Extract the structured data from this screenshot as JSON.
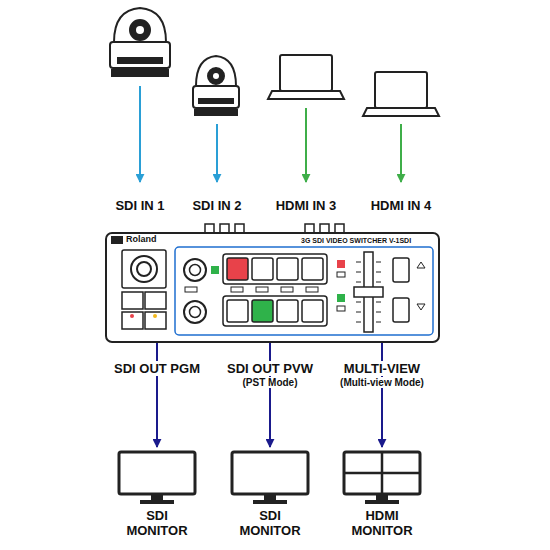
{
  "diagram": {
    "nodes": [
      {
        "text": [
          "Roland",
          "3G SDI VIDEO SWITCHER V-1SDI"
        ]
      },
      {
        "text": [
          "SDI MONITOR"
        ]
      },
      {
        "text": [
          "SDI MONITOR"
        ]
      },
      {
        "text": [
          "HDMI MONITOR"
        ]
      }
    ],
    "edges": [
      {
        "from": 0,
        "to": 1,
        "arrow": "to",
        "label": "SDI OUT PGM"
      },
      {
        "from": 0,
        "to": 2,
        "arrow": "to",
        "label": "SDI OUT PVW"
      },
      {
        "from": 0,
        "to": 3,
        "arrow": "to",
        "label": "MULTI-VIEW"
      }
    ],
    "labels": [
      "SDI IN 1",
      "SDI IN 2",
      "HDMI IN 3",
      "HDMI IN 4",
      "(PST Mode)",
      "(Multi-view Mode)"
    ]
  }
}
